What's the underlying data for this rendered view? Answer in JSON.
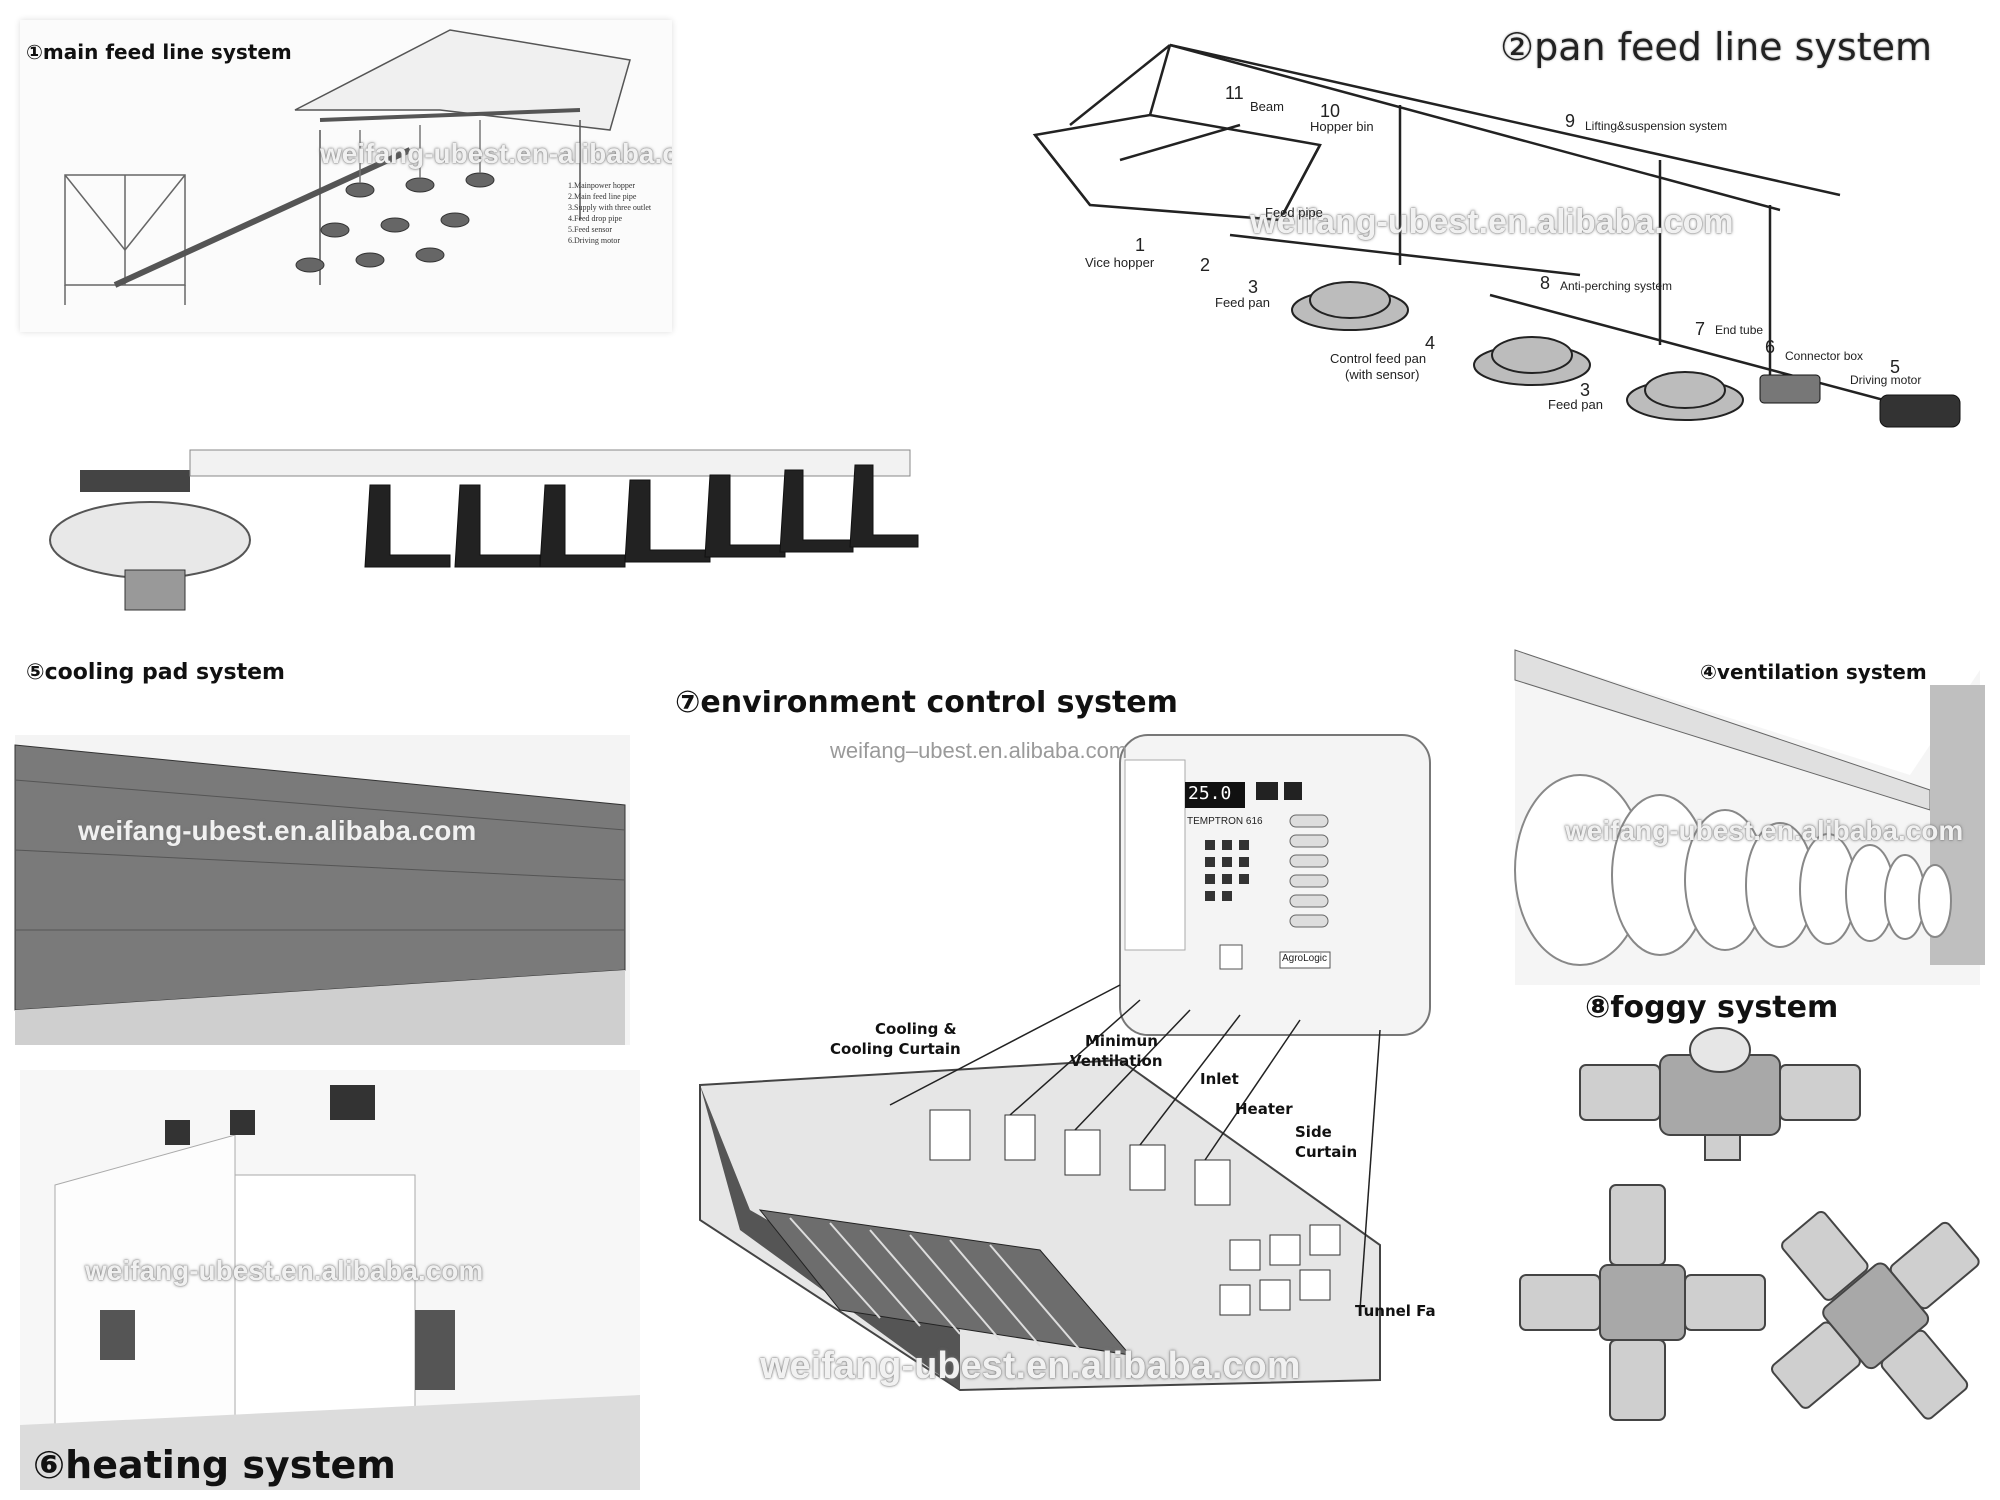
{
  "panels": {
    "main_feed": {
      "title": "①main feed line system",
      "watermark": "weifang-ubest.en-alibaba.com",
      "legend": [
        "1.Mainpower hopper",
        "2.Main feed line pipe",
        "3.Supply with three outlet",
        "4.Feed drop pipe",
        "5.Feed sensor",
        "6.Driving motor"
      ]
    },
    "pan_feed": {
      "title": "②pan feed line system",
      "watermark": "weifang-ubest.en.alibaba.com",
      "labels": {
        "n11": "11",
        "beam": "Beam",
        "n10": "10",
        "hopper_bin": "Hopper bin",
        "n9": "9",
        "lifting": "Lifting&suspension system",
        "feed_pipe": "Feed pipe",
        "n1": "1",
        "vice_hopper": "Vice hopper",
        "n2": "2",
        "n3a": "3",
        "feed_pan_a": "Feed pan",
        "n8": "8",
        "anti_perching": "Anti-perching system",
        "n4": "4",
        "control_feed_pan": "Control feed pan",
        "with_sensor": "(with sensor)",
        "n7": "7",
        "end_tube": "End tube",
        "n6": "6",
        "connector_box": "Connector box",
        "n5": "5",
        "driving_motor": "Driving motor",
        "n3b": "3",
        "feed_pan_b": "Feed pan"
      }
    },
    "cooling_pad": {
      "title": "⑤cooling pad system",
      "watermark": "weifang-ubest.en.alibaba.com"
    },
    "environment": {
      "title": "⑦environment control system",
      "watermark_top": "weifang–ubest.en.alibaba.com",
      "watermark_bottom": "weifang-ubest.en.alibaba.com",
      "controller": {
        "display": "25.0",
        "brand": "TEMPTRON 616",
        "logo": "AgroLogic"
      },
      "labels": {
        "cooling": "Cooling &",
        "cooling_curtain": "Cooling Curtain",
        "minimun": "Minimun",
        "ventilation": "Ventilation",
        "inlet": "Inlet",
        "heater": "Heater",
        "side": "Side",
        "curtain": "Curtain",
        "tunnel": "Tunnel Fa"
      }
    },
    "ventilation": {
      "title": "④ventilation system",
      "watermark": "weifang-ubest.en.alibaba.com"
    },
    "foggy": {
      "title": "⑧foggy system"
    },
    "heating": {
      "title": "⑥heating system",
      "watermark": "weifang-ubest.en.alibaba.com"
    }
  }
}
